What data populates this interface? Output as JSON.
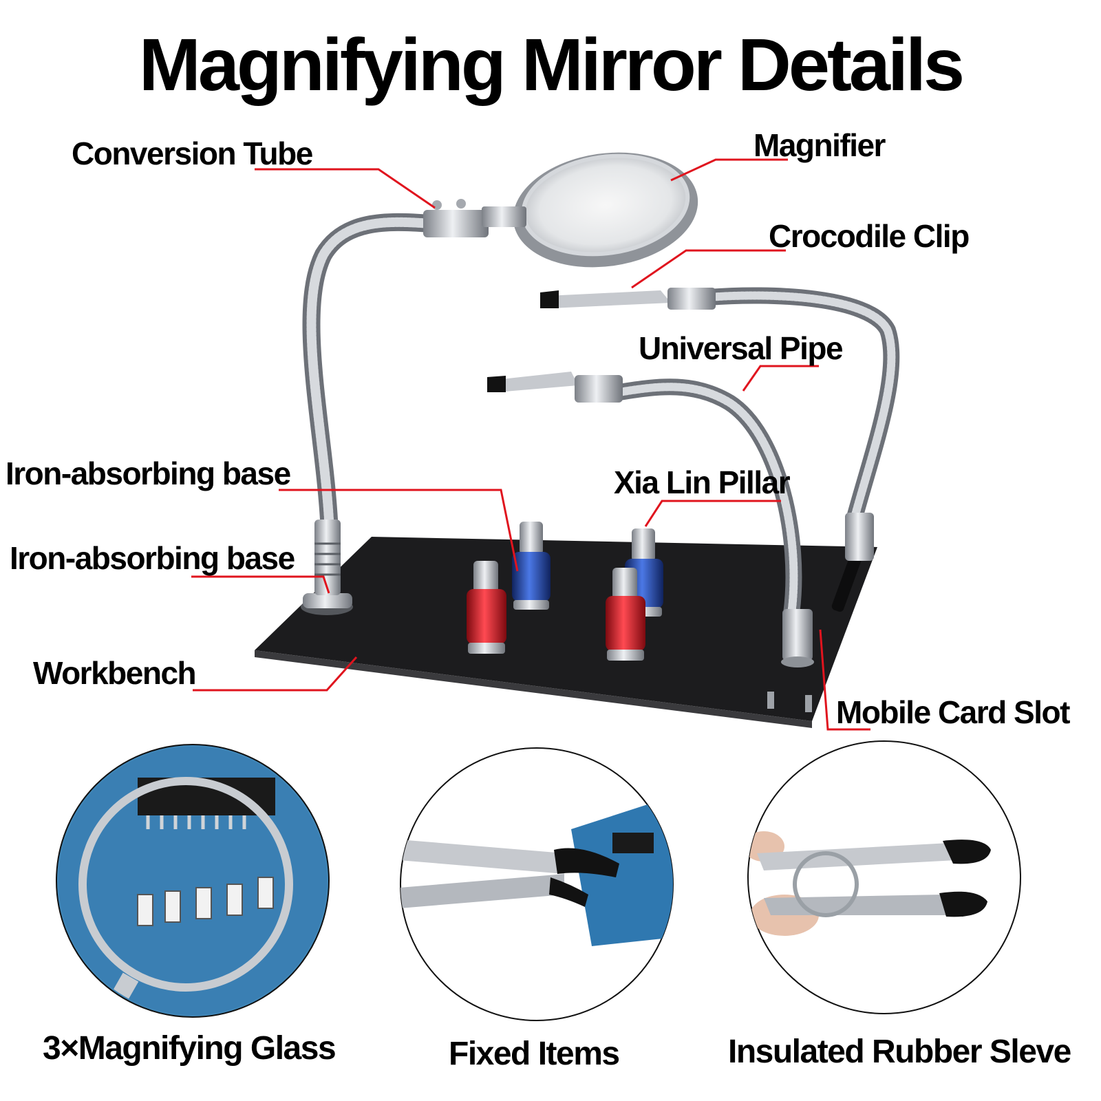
{
  "title": "Magnifying Mirror Details",
  "callouts": {
    "conversion_tube": "Conversion Tube",
    "magnifier": "Magnifier",
    "crocodile_clip": "Crocodile Clip",
    "universal_pipe": "Universal Pipe",
    "iron_base_1": "Iron-absorbing base",
    "iron_base_2": "Iron-absorbing base",
    "xia_lin_pillar": "Xia Lin Pillar",
    "workbench": "Workbench",
    "mobile_card_slot": "Mobile Card Slot"
  },
  "captions": {
    "left": "3×Magnifying Glass",
    "middle": "Fixed Items",
    "right": "Insulated Rubber Sleve"
  },
  "colors": {
    "callout_line": "#e0141e",
    "board": "#1c1c1e",
    "pillar_red": "#c8141e",
    "pillar_blue": "#1e3ca8",
    "pcb_blue": "#3f86b8",
    "metal": "#b8bcc2"
  }
}
